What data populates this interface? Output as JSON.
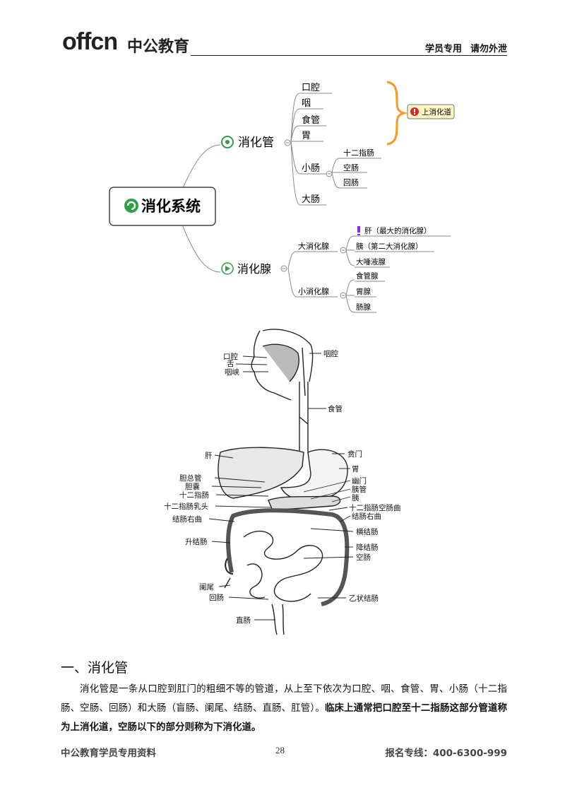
{
  "header": {
    "logo_text": "offcn",
    "logo_cn": "中公教育",
    "tag1": "学员专用",
    "tag2": "请勿外泄"
  },
  "mindmap": {
    "root": "消化系统",
    "branch1": "消化管",
    "branch1_items": [
      "口腔",
      "咽",
      "食管",
      "胃",
      "小肠",
      "大肠"
    ],
    "small_intestine": [
      "十二指肠",
      "空肠",
      "回肠"
    ],
    "upper_tract_label": "上消化道",
    "branch2": "消化腺",
    "big_glands": "大消化腺",
    "big_gland_items": [
      "肝（最大的消化腺）",
      "胰（第二大消化腺）",
      "大唾液腺"
    ],
    "small_glands": "小消化腺",
    "small_gland_items": [
      "食管腺",
      "胃腺",
      "肠腺"
    ]
  },
  "anatomy": {
    "left_labels": [
      "口腔",
      "舌",
      "咽峡",
      "肝",
      "胆总管",
      "胆囊",
      "十二指肠",
      "十二指肠乳头",
      "结肠右曲",
      "升结肠",
      "阑尾",
      "回肠",
      "直肠"
    ],
    "right_labels": [
      "咽腔",
      "食管",
      "贲门",
      "胃",
      "幽门",
      "胰管",
      "胰",
      "十二指肠空肠曲",
      "结肠右曲",
      "横结肠",
      "降结肠",
      "空肠",
      "乙状结肠"
    ]
  },
  "section": {
    "title": "一、消化管",
    "para_normal": "消化管是一条从口腔到肛门的粗细不等的管道，从上至下依次为口腔、咽、食管、胃、小肠（十二指肠、空肠、回肠）和大肠（盲肠、阑尾、结肠、直肠、肛管）。",
    "para_bold": "临床上通常把口腔至十二指肠这部分管道称为上消化道，空肠以下的部分则称为下消化道。"
  },
  "footer": {
    "left": "中公教育学员专用资料",
    "page": "28",
    "right": "报名专线：400-6300-999"
  }
}
